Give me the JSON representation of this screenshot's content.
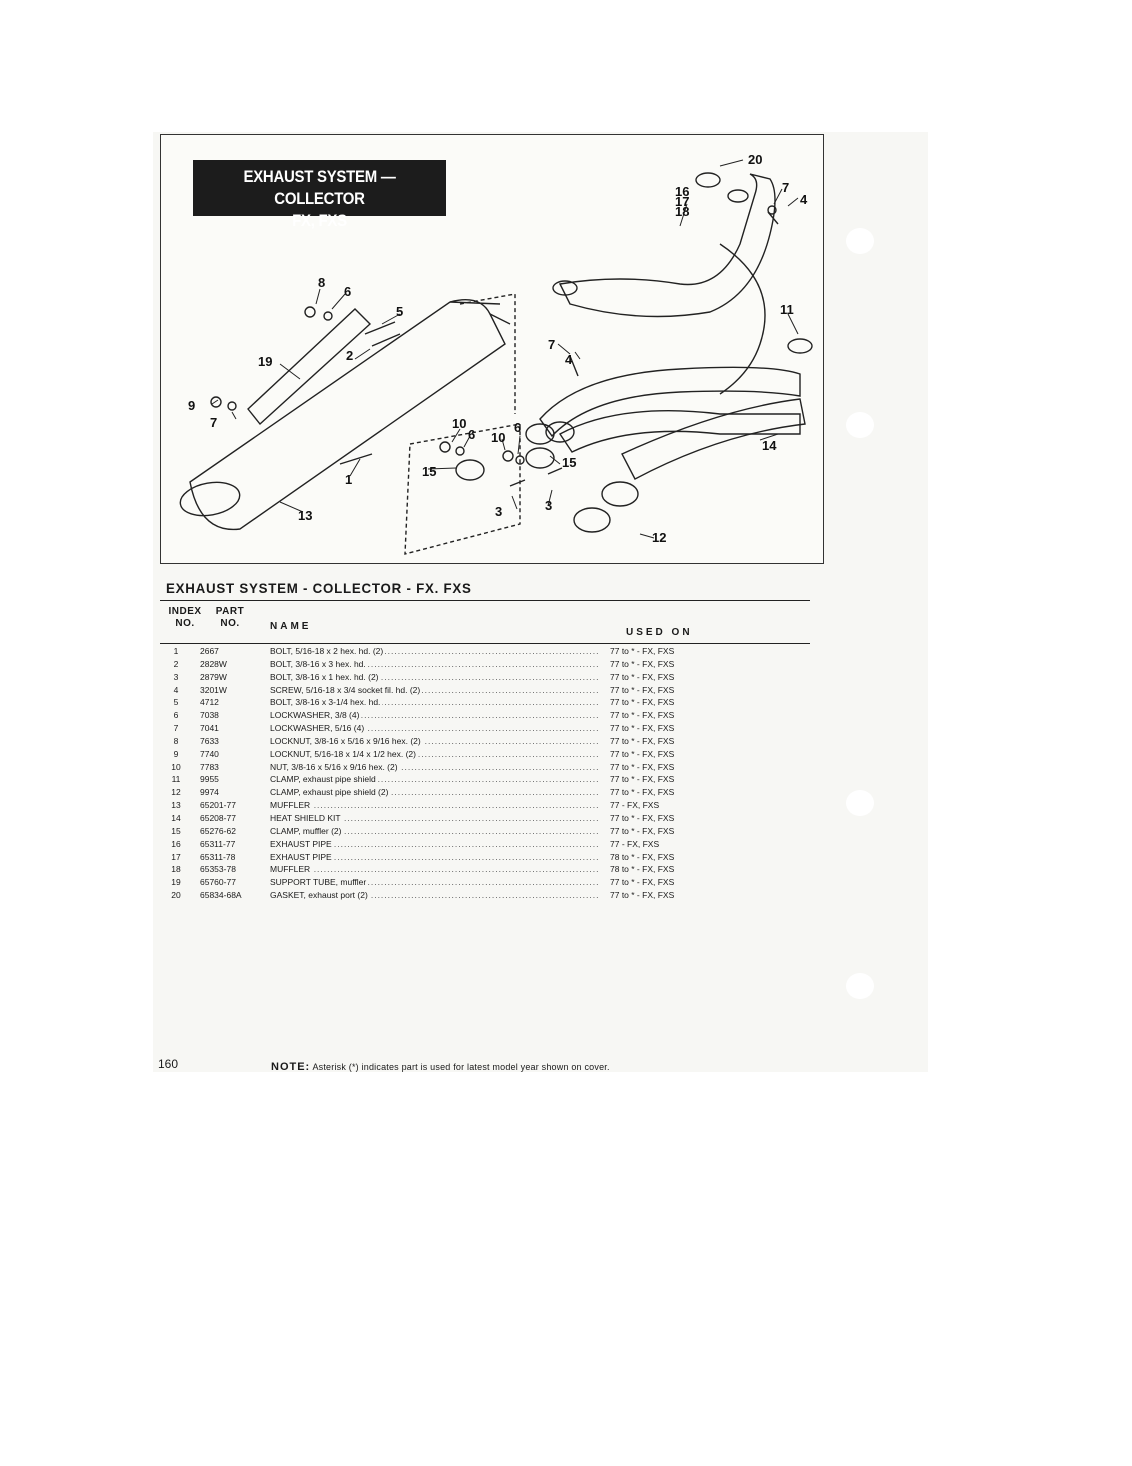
{
  "diagram": {
    "title_line1": "EXHAUST SYSTEM — COLLECTOR",
    "title_line2": "FX, FXS"
  },
  "section_title": "EXHAUST SYSTEM - COLLECTOR - FX. FXS",
  "table": {
    "col_index": [
      "INDEX",
      "NO."
    ],
    "col_part": [
      "PART",
      "NO."
    ],
    "col_name": "NAME",
    "col_used": "USED ON",
    "rows": [
      {
        "index": "1",
        "part": "2667",
        "name": "BOLT, 5/16-18 x 2 hex. hd. (2)",
        "used": "77 to * - FX, FXS"
      },
      {
        "index": "2",
        "part": "2828W",
        "name": "BOLT, 3/8-16 x 3 hex. hd.",
        "used": "77 to * - FX, FXS"
      },
      {
        "index": "3",
        "part": "2879W",
        "name": "BOLT, 3/8-16 x 1 hex. hd. (2)",
        "used": "77 to * - FX, FXS"
      },
      {
        "index": "4",
        "part": "3201W",
        "name": "SCREW, 5/16-18 x 3/4 socket fil. hd. (2)",
        "used": "77 to * - FX, FXS"
      },
      {
        "index": "5",
        "part": "4712",
        "name": "BOLT, 3/8-16 x 3-1/4 hex. hd.",
        "used": "77 to * - FX, FXS"
      },
      {
        "index": "6",
        "part": "7038",
        "name": "LOCKWASHER, 3/8 (4)",
        "used": "77 to * - FX, FXS"
      },
      {
        "index": "7",
        "part": "7041",
        "name": "LOCKWASHER, 5/16 (4)",
        "used": "77 to * - FX, FXS"
      },
      {
        "index": "8",
        "part": "7633",
        "name": "LOCKNUT, 3/8-16 x 5/16 x 9/16 hex. (2)",
        "used": "77 to * - FX, FXS"
      },
      {
        "index": "9",
        "part": "7740",
        "name": "LOCKNUT, 5/16-18 x 1/4 x 1/2 hex. (2)",
        "used": "77 to * - FX, FXS"
      },
      {
        "index": "10",
        "part": "7783",
        "name": "NUT, 3/8-16 x 5/16 x 9/16 hex. (2)",
        "used": "77 to * - FX, FXS"
      },
      {
        "index": "11",
        "part": "9955",
        "name": "CLAMP, exhaust pipe shield",
        "used": "77 to * - FX, FXS"
      },
      {
        "index": "12",
        "part": "9974",
        "name": "CLAMP, exhaust pipe shield (2)",
        "used": "77 to * - FX, FXS"
      },
      {
        "index": "13",
        "part": "65201-77",
        "name": "MUFFLER",
        "used": "77 - FX, FXS"
      },
      {
        "index": "14",
        "part": "65208-77",
        "name": "HEAT SHIELD KIT",
        "used": "77 to * - FX, FXS"
      },
      {
        "index": "15",
        "part": "65276-62",
        "name": "CLAMP, muffler (2)",
        "used": "77 to * - FX, FXS"
      },
      {
        "index": "16",
        "part": "65311-77",
        "name": "EXHAUST PIPE",
        "used": "77 - FX, FXS"
      },
      {
        "index": "17",
        "part": "65311-78",
        "name": "EXHAUST PIPE",
        "used": "78 to * - FX, FXS"
      },
      {
        "index": "18",
        "part": "65353-78",
        "name": "MUFFLER",
        "used": "78 to * - FX, FXS"
      },
      {
        "index": "19",
        "part": "65760-77",
        "name": "SUPPORT TUBE, muffler",
        "used": "77 to * - FX, FXS"
      },
      {
        "index": "20",
        "part": "65834-68A",
        "name": "GASKET, exhaust port (2)",
        "used": "77 to * - FX, FXS"
      }
    ]
  },
  "footer": {
    "page_number": "160",
    "note_label": "NOTE:",
    "note_text": "Asterisk (*) indicates part is used for latest model year shown on cover."
  },
  "callouts": [
    "20",
    "16",
    "17",
    "18",
    "7",
    "4",
    "8",
    "6",
    "5",
    "11",
    "19",
    "2",
    "7",
    "4",
    "9",
    "7",
    "10",
    "6",
    "10",
    "6",
    "15",
    "15",
    "14",
    "1",
    "3",
    "3",
    "13",
    "12"
  ]
}
